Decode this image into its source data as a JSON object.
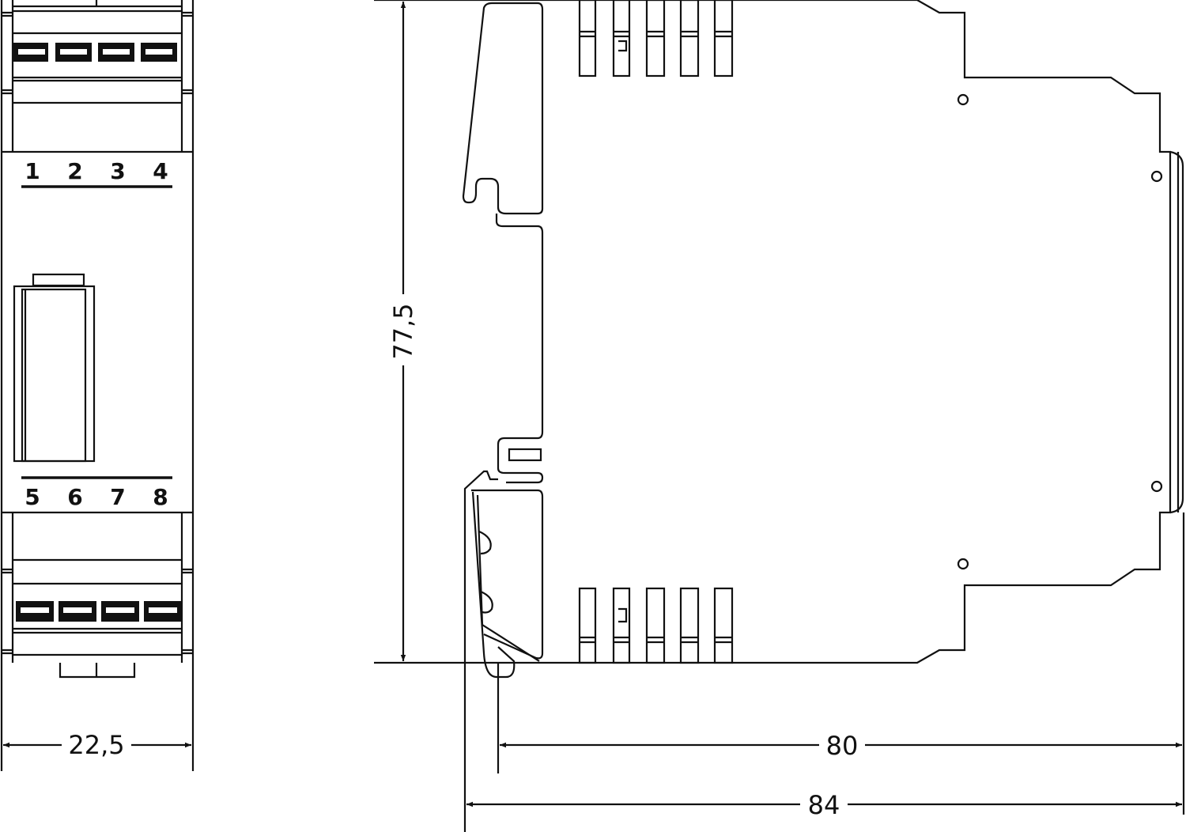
{
  "front_view": {
    "terminals_top": [
      "1",
      "2",
      "3",
      "4"
    ],
    "terminals_bottom": [
      "5",
      "6",
      "7",
      "8"
    ],
    "width_dim": "22,5"
  },
  "side_view": {
    "height_dim": "77,5",
    "depth_dim_inner": "80",
    "depth_dim_outer": "84"
  }
}
